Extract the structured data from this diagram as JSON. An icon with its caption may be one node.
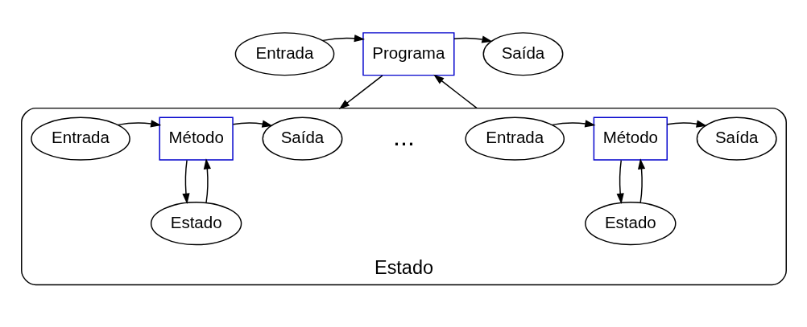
{
  "diagram": {
    "nodes": [
      {
        "text": [
          "Entrada"
        ]
      },
      {
        "text": [
          "Programa"
        ]
      },
      {
        "text": [
          "Saída"
        ]
      },
      {
        "text": [
          "Estado"
        ]
      },
      {
        "text": [
          "Entrada"
        ],
        "in": 3
      },
      {
        "text": [
          "Método"
        ],
        "in": 3
      },
      {
        "text": [
          "Saída"
        ],
        "in": 3
      },
      {
        "text": [
          "Estado"
        ],
        "in": 3
      },
      {
        "text": [
          "Entrada"
        ],
        "in": 3
      },
      {
        "text": [
          "Método"
        ],
        "in": 3
      },
      {
        "text": [
          "Saída"
        ],
        "in": 3
      },
      {
        "text": [
          "Estado"
        ],
        "in": 3
      }
    ],
    "edges": [
      {
        "from": 0,
        "to": 1,
        "arrow": "to"
      },
      {
        "from": 1,
        "to": 2,
        "arrow": "to"
      },
      {
        "from": 1,
        "to": 3,
        "arrow": "to"
      },
      {
        "from": 3,
        "to": 1,
        "arrow": "to"
      },
      {
        "from": 4,
        "to": 5,
        "arrow": "to"
      },
      {
        "from": 5,
        "to": 6,
        "arrow": "to"
      },
      {
        "from": 5,
        "to": 7,
        "arrow": "to"
      },
      {
        "from": 7,
        "to": 5,
        "arrow": "to"
      },
      {
        "from": 8,
        "to": 9,
        "arrow": "to"
      },
      {
        "from": 9,
        "to": 10,
        "arrow": "to"
      },
      {
        "from": 9,
        "to": 11,
        "arrow": "to"
      },
      {
        "from": 11,
        "to": 9,
        "arrow": "to"
      }
    ],
    "labels": [
      "..."
    ]
  }
}
